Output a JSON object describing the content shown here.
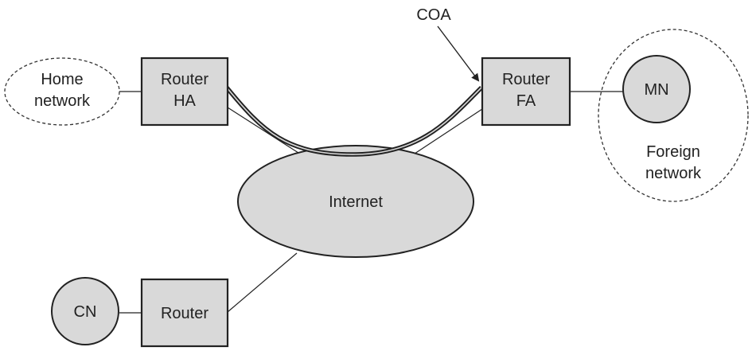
{
  "home_network": {
    "line1": "Home",
    "line2": "network"
  },
  "router_ha": {
    "line1": "Router",
    "line2": "HA"
  },
  "router_fa": {
    "line1": "Router",
    "line2": "FA"
  },
  "router_cn": {
    "line1": "Router"
  },
  "internet": {
    "label": "Internet"
  },
  "mobile_node": {
    "label": "MN"
  },
  "foreign_network": {
    "line1": "Foreign",
    "line2": "network"
  },
  "correspondent_node": {
    "label": "CN"
  },
  "care_of_address": {
    "label": "COA"
  },
  "colors": {
    "fill": "#d9d9d9",
    "stroke": "#222222"
  }
}
